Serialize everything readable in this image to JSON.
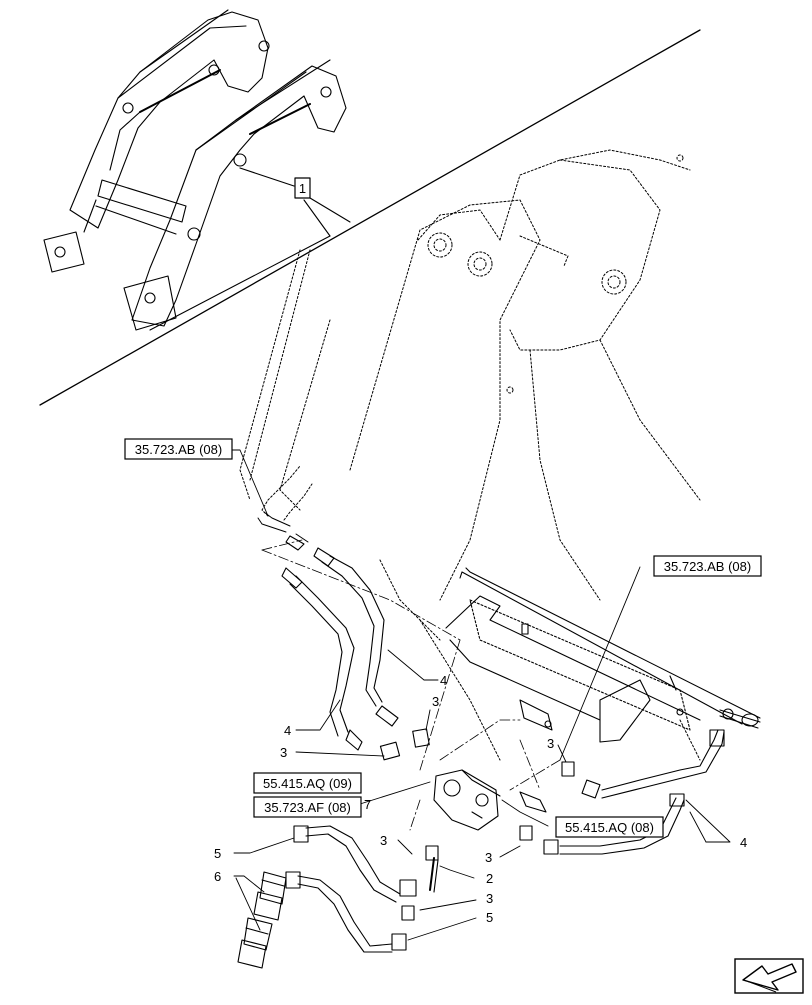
{
  "callouts": {
    "main_assembly": "1",
    "hose_tube_a": "2",
    "adapter_a": "3",
    "adapter_b": "3",
    "adapter_c": "3",
    "adapter_d": "3",
    "adapter_e": "3",
    "adapter_f": "3",
    "hose_left_a": "4",
    "hose_left_b": "4",
    "hose_right": "4",
    "hose_lower_a": "5",
    "hose_lower_b": "5",
    "coupler": "6",
    "valve": "7"
  },
  "references": {
    "ref_top_left": "35.723.AB (08)",
    "ref_right": "35.723.AB (08)",
    "ref_valve_a": "55.415.AQ (09)",
    "ref_valve_b": "35.723.AF (08)",
    "ref_right_lower": "55.415.AQ (08)"
  },
  "icons": {
    "nav_corner": "arrow-left-corner-icon"
  }
}
